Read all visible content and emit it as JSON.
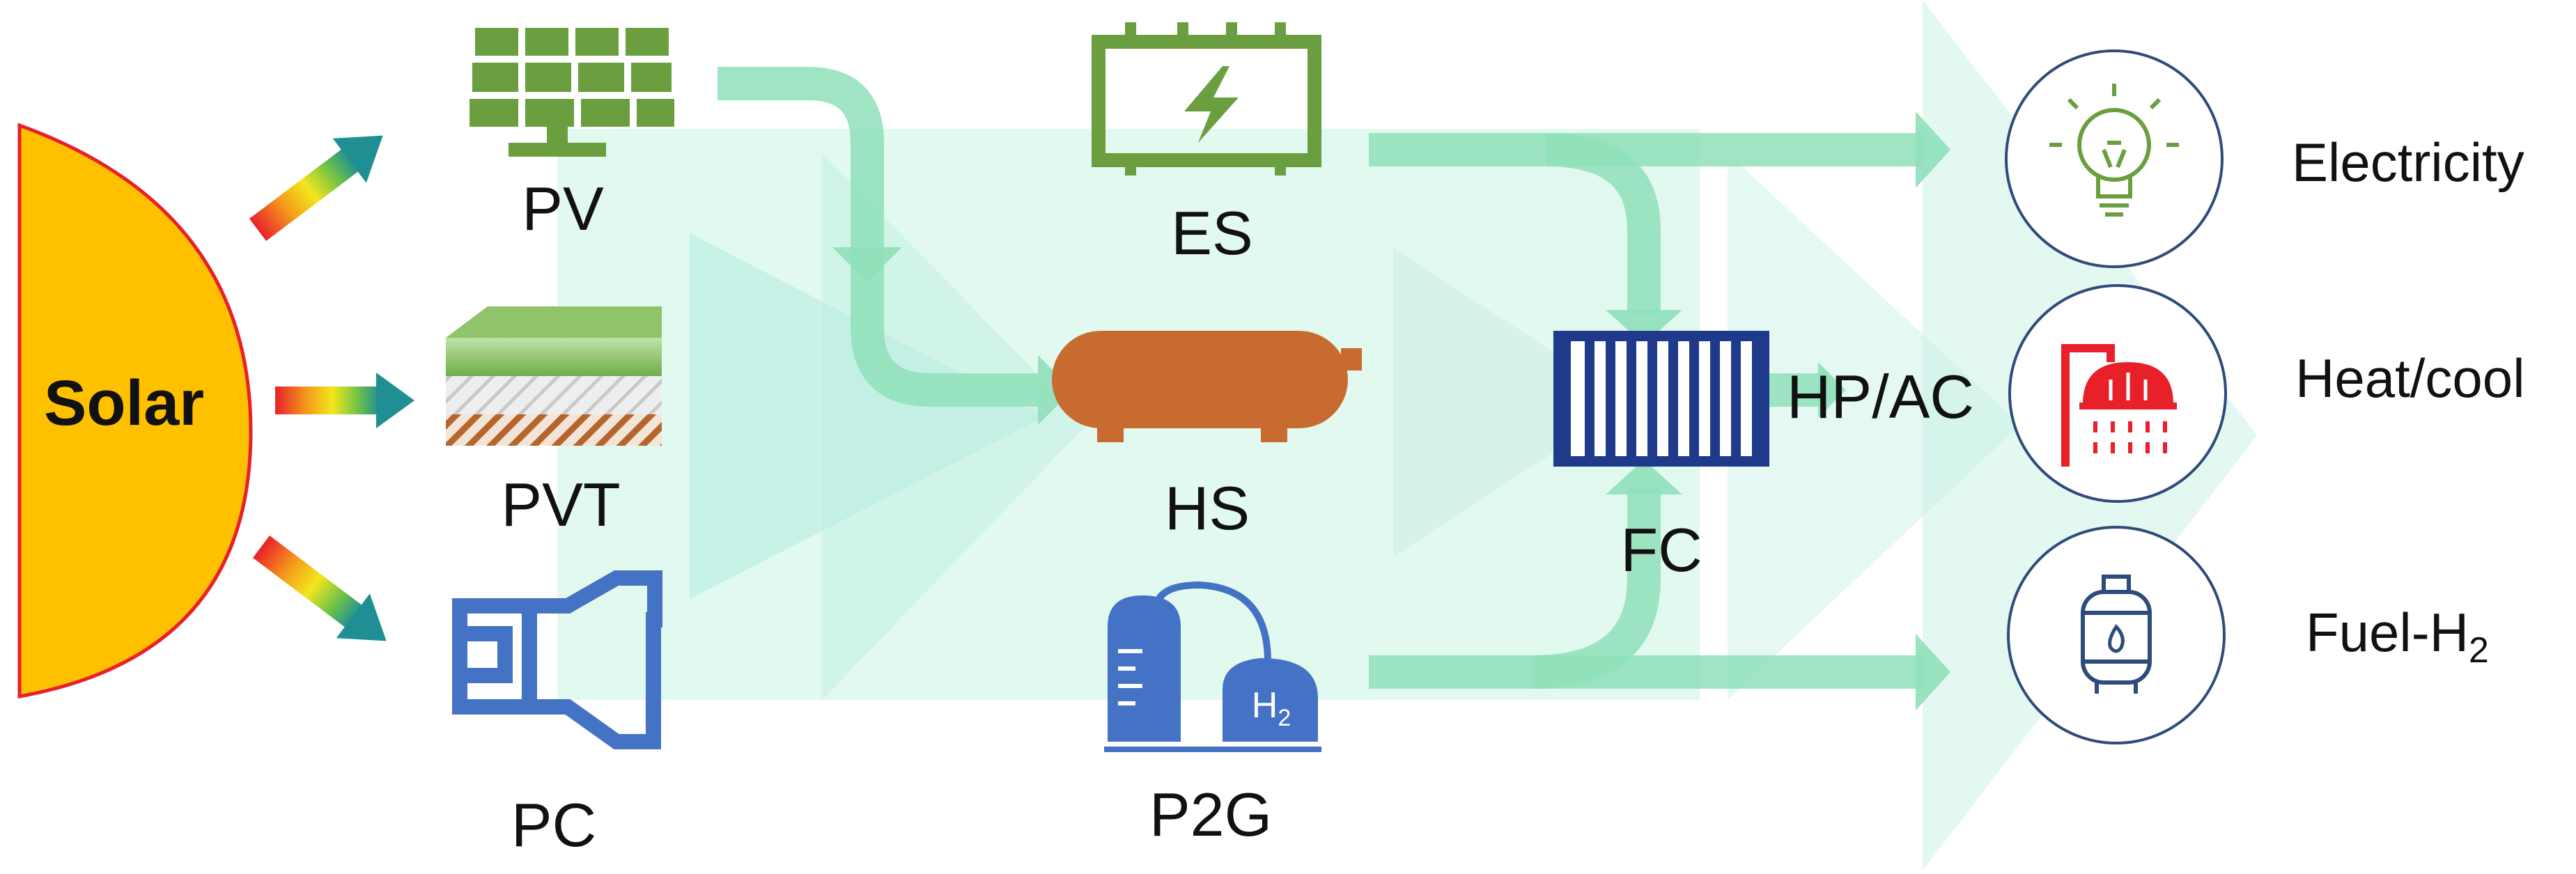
{
  "source": {
    "label": "Solar"
  },
  "generators": [
    {
      "id": "pv",
      "label": "PV"
    },
    {
      "id": "pvt",
      "label": "PVT"
    },
    {
      "id": "pc",
      "label": "PC"
    }
  ],
  "storage": [
    {
      "id": "es",
      "label": "ES"
    },
    {
      "id": "hs",
      "label": "HS"
    },
    {
      "id": "p2g",
      "label": "P2G",
      "tank_label": "H",
      "tank_subscript": "2"
    }
  ],
  "conversion": [
    {
      "id": "fc",
      "label": "FC"
    },
    {
      "id": "hpac",
      "label": "HP/AC"
    }
  ],
  "outputs": [
    {
      "id": "electricity",
      "label": "Electricity",
      "icon": "light-bulb-icon"
    },
    {
      "id": "heat-cool",
      "label": "Heat/cool",
      "icon": "shower-icon"
    },
    {
      "id": "fuel-h2",
      "label": "Fuel-H",
      "subscript": "2",
      "icon": "gas-cylinder-icon"
    }
  ],
  "colors": {
    "solar": "#ffc000",
    "solar_edge": "#e8202a",
    "pv_green": "#6a9e3e",
    "pc_blue": "#4472c4",
    "hs_orange": "#c86b31",
    "fc_navy": "#1f3a8a",
    "flow_green": "#7fdcb0",
    "backdrop": "#d6f7e7",
    "output_ring": "#2f4b7c"
  }
}
